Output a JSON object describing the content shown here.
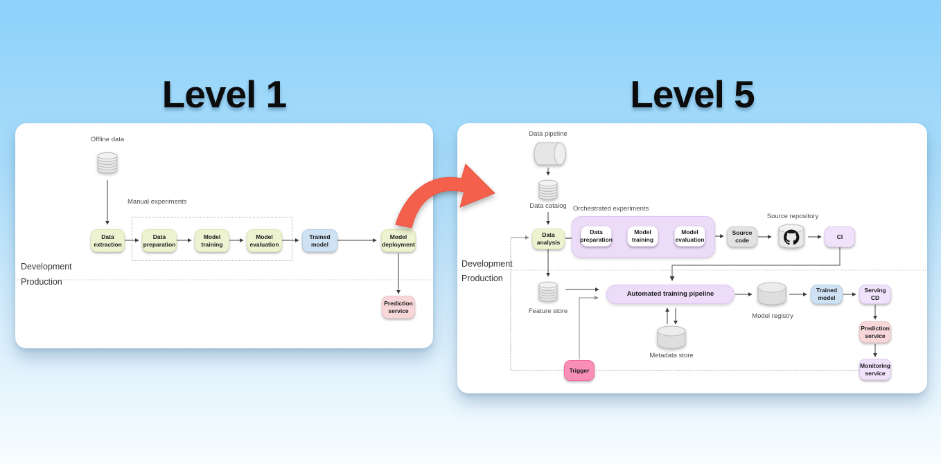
{
  "titles": {
    "level1": "Level 1",
    "level5": "Level 5"
  },
  "colors": {
    "background_top": "#8dd2fa",
    "background_bottom": "#f8fdff",
    "panel": "#ffffff",
    "node_green": "#edf3d1",
    "node_blue": "#cfe2f4",
    "node_pink": "#f8d7d9",
    "node_lavender": "#f0e2fa",
    "container_lavender": "#eddcf8",
    "node_gray": "#e2e2e2",
    "node_hot_pink": "#f98fb6",
    "transition_arrow_orange": "#f4604c"
  },
  "icons": {
    "offline_data": "disk-stack-icon",
    "data_pipeline": "cylinder-horizontal-icon",
    "data_catalog": "disk-stack-icon",
    "feature_store": "disk-stack-icon",
    "metadata_store": "cylinder-icon",
    "model_registry": "cylinder-icon",
    "source_repository": "github-octocat-icon",
    "transition": "curved-arrow-icon"
  },
  "level1": {
    "offline_data": "Offline data",
    "manual_experiments": "Manual experiments",
    "development": "Development",
    "production": "Production",
    "nodes": {
      "data_extraction": "Data extraction",
      "data_preparation": "Data preparation",
      "model_training": "Model training",
      "model_evaluation": "Model evaluation",
      "trained_model": "Trained model",
      "model_deployment": "Model deployment",
      "prediction_service": "Prediction service"
    }
  },
  "level5": {
    "data_pipeline": "Data pipeline",
    "data_catalog": "Data catalog",
    "orchestrated_experiments": "Orchestrated experiments",
    "source_repository": "Source repository",
    "development": "Development",
    "production": "Production",
    "feature_store": "Feature store",
    "metadata_store": "Metadata store",
    "model_registry": "Model registry",
    "nodes": {
      "data_analysis": "Data analysis",
      "data_preparation": "Data preparation",
      "model_training": "Model training",
      "model_evaluation": "Model evaluation",
      "source_code": "Source code",
      "ci": "CI",
      "automated_training_pipeline": "Automated training pipeline",
      "trained_model": "Trained model",
      "serving_cd": "Serving CD",
      "prediction_service": "Prediction service",
      "monitoring_service": "Monitoring service",
      "trigger": "Trigger"
    }
  }
}
